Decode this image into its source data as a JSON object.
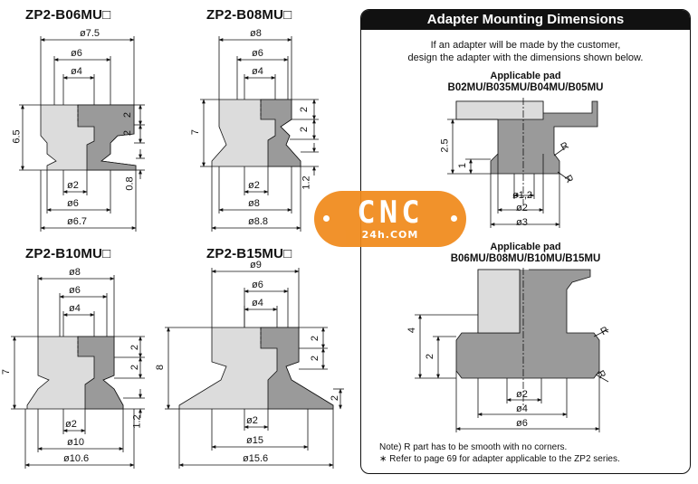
{
  "models": [
    {
      "title": "ZP2-B06MU□",
      "top": [
        "ø7.5",
        "ø6",
        "ø4"
      ],
      "bottom": [
        "ø2",
        "ø6",
        "ø6.7"
      ],
      "vert": [
        "6.5",
        "2",
        "2",
        "0.8"
      ]
    },
    {
      "title": "ZP2-B08MU□",
      "top": [
        "ø8",
        "ø6",
        "ø4"
      ],
      "bottom": [
        "ø2",
        "ø8",
        "ø8.8"
      ],
      "vert": [
        "7",
        "2",
        "2",
        "1.2"
      ]
    },
    {
      "title": "ZP2-B10MU□",
      "top": [
        "ø8",
        "ø6",
        "ø4"
      ],
      "bottom": [
        "ø2",
        "ø10",
        "ø10.6"
      ],
      "vert": [
        "7",
        "2",
        "2",
        "1.2"
      ]
    },
    {
      "title": "ZP2-B15MU□",
      "top": [
        "ø9",
        "ø6",
        "ø4"
      ],
      "bottom": [
        "ø2",
        "ø15",
        "ø15.6"
      ],
      "vert": [
        "8",
        "2",
        "2",
        "2"
      ]
    }
  ],
  "adapter": {
    "heading": "Adapter Mounting Dimensions",
    "intro_line1": "If an adapter will be made by the customer,",
    "intro_line2": "design the adapter with the dimensions shown below.",
    "pad1_label": "Applicable pad",
    "pad1_models": "B02MU/B035MU/B04MU/B05MU",
    "pad1_dims": {
      "h1": "2.5",
      "h2": "1",
      "d1": "ø1,2",
      "d2": "ø2",
      "d3": "ø3",
      "r": "R"
    },
    "pad2_label": "Applicable pad",
    "pad2_models": "B06MU/B08MU/B10MU/B15MU",
    "pad2_dims": {
      "h1": "4",
      "h2": "2",
      "d1": "ø2",
      "d2": "ø4",
      "d3": "ø6",
      "r": "R"
    },
    "note1": "Note) R part has to be smooth with no corners.",
    "note2": "∗ Refer to page 69 for adapter applicable to the ZP2 series."
  },
  "watermark": {
    "text": "CNC",
    "sub": "24h.COM"
  },
  "colors": {
    "pad_fill": "#dcdcdc",
    "adapter_fill": "#9a9a9a",
    "watermark": "#f08a1c"
  }
}
